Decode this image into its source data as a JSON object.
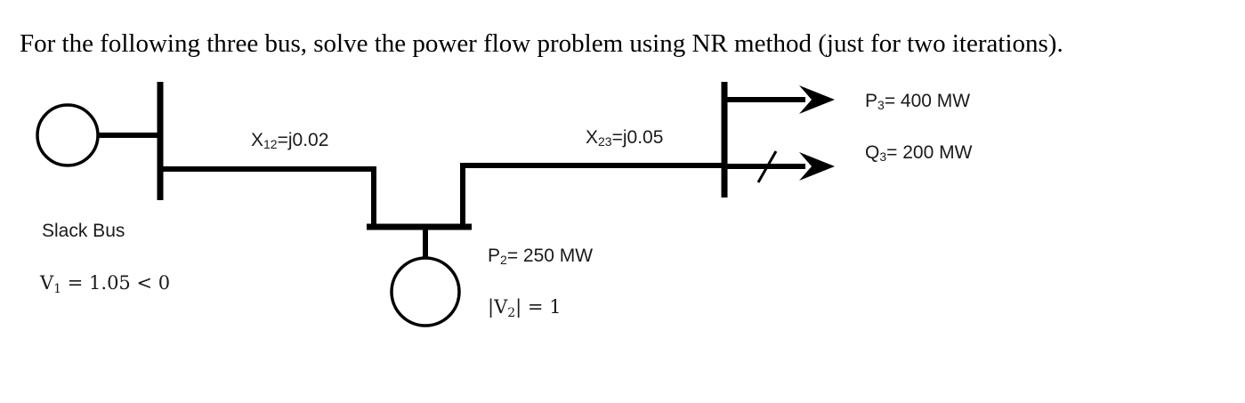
{
  "question": "For the following three bus, solve the power flow problem using NR method (just for two iterations).",
  "bus1": {
    "type_label": "Slack Bus",
    "voltage": {
      "symbol": "V",
      "subscript": "1",
      "value": " = 1.05 < 0"
    }
  },
  "line12": {
    "symbol": "X",
    "subscript": "12",
    "value": "=j0.02"
  },
  "line23": {
    "symbol": "X",
    "subscript": "23",
    "value": "=j0.05"
  },
  "bus2": {
    "power": {
      "symbol": "P",
      "subscript": "2",
      "value": "= 250 MW"
    },
    "voltage": {
      "symbol": "|V",
      "subscript": "2",
      "value": "| = 1"
    }
  },
  "bus3": {
    "active_load": {
      "symbol": "P",
      "subscript": "3",
      "value": "= 400 MW"
    },
    "reactive_load": {
      "symbol": "Q",
      "subscript": "3",
      "value": "= 200 MW"
    }
  },
  "colors": {
    "line": "#000000",
    "text": "#1a1a1a",
    "background": "#ffffff"
  },
  "icons": {
    "generator": "generator-circle-icon",
    "load": "arrow-right-icon",
    "reactive_load": "slashed-arrow-icon"
  }
}
